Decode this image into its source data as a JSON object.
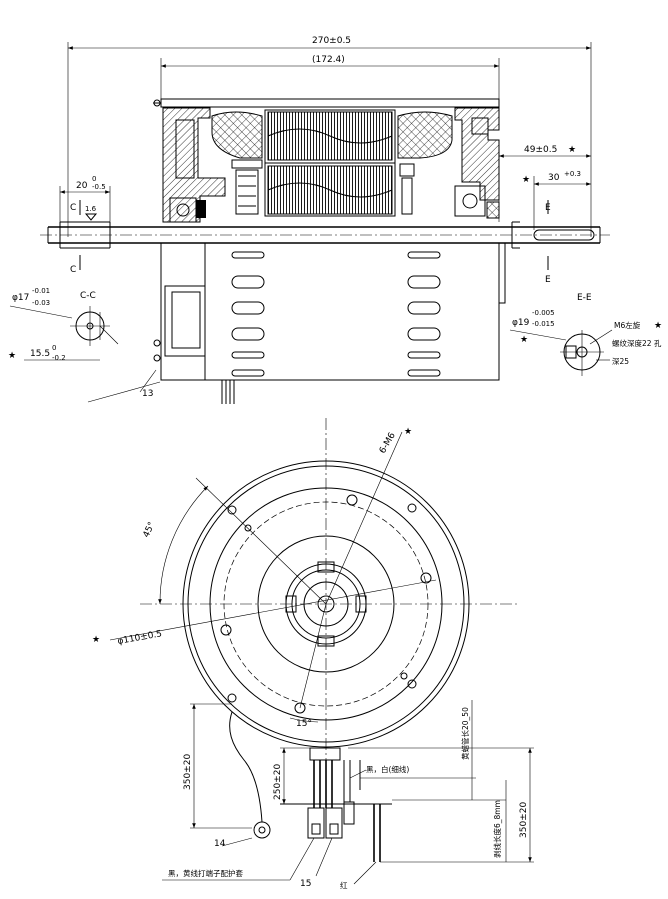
{
  "dimensions": {
    "overall_length": "270±0.5",
    "body_length": "(172.4)",
    "rear_shaft_len": "49±0.5",
    "rear_key_len": "30",
    "rear_key_tol": "+0.3",
    "front_shaft_len": "20",
    "front_shaft_tol_top": "0",
    "front_shaft_tol_bot": "-0.5",
    "c_label": "C",
    "flat_depth": "1.6",
    "dia17": "φ17",
    "dia17_tol_top": "-0.01",
    "dia17_tol_bot": "-0.03",
    "cc_label": "C-C",
    "flat_15": "15.5",
    "flat_15_tol_top": "0",
    "flat_15_tol_bot": "-0.2",
    "e_label": "E",
    "ee_label": "E-E",
    "dia19": "φ19",
    "dia19_tol_top": "-0.005",
    "dia19_tol_bot": "-0.015",
    "m6_left": "M6左旋",
    "thread_depth": "螺纹深度22 孔",
    "hole_depth": "深25",
    "item13": "13",
    "holes_6m6": "6-M6",
    "angle45": "45°",
    "dia110": "φ110±0.5",
    "angle15": "15°",
    "gnd_len": "350±20",
    "lead_250": "250±20",
    "lead_350": "350±20",
    "yellow_sleeve": "黄蜡管长20_50",
    "black_white_thin": "黑，白(细线)",
    "strip_len": "剥线长度6_8mm",
    "item14": "14",
    "item15": "15",
    "lug_note": "黑，黄线打端子配护套",
    "red_label": "红"
  },
  "marks": {
    "star": "★"
  }
}
